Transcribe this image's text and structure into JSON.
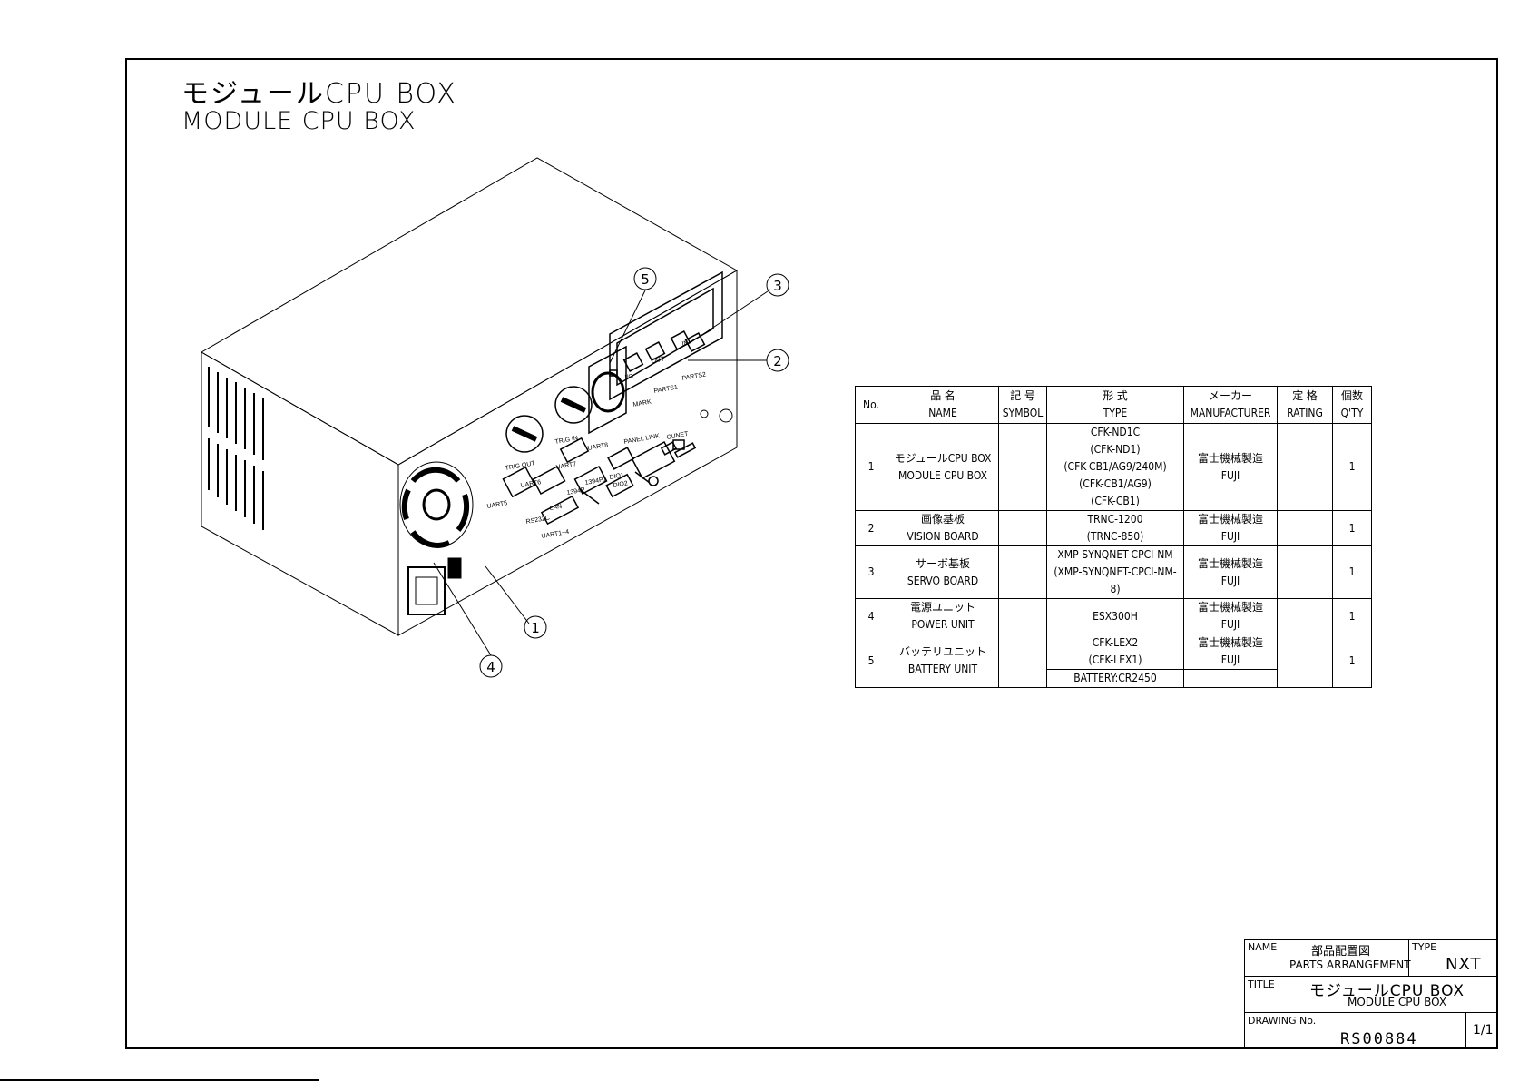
{
  "header": {
    "title_jp": "モジュールCPU BOX",
    "title_en": "MODULE CPU BOX"
  },
  "callouts": [
    "1",
    "2",
    "3",
    "4",
    "5"
  ],
  "panel_labels": {
    "trig_out": "TRIG OUT",
    "trig_in": "TRIG IN",
    "uart5": "UART5",
    "uart6": "UART6",
    "uart7": "UART7",
    "uart8": "UART8",
    "rs232c": "RS232C",
    "lan": "LAN",
    "uart1_4": "UART1~4",
    "p1394p": "1394P",
    "p1394p1": "1394P1",
    "panel_link": "PANEL LINK",
    "dio1": "DIO1",
    "dio2": "DIO2",
    "cunet": "CUNET",
    "io": "I/O",
    "mark": "MARK",
    "parts1": "PARTS1",
    "parts2": "PARTS2",
    "out": "OUT",
    "in": "IN"
  },
  "parts_table": {
    "headers": [
      {
        "jp": "",
        "en": "No."
      },
      {
        "jp": "品 名",
        "en": "NAME"
      },
      {
        "jp": "記 号",
        "en": "SYMBOL"
      },
      {
        "jp": "形 式",
        "en": "TYPE"
      },
      {
        "jp": "メーカー",
        "en": "MANUFACTURER"
      },
      {
        "jp": "定 格",
        "en": "RATING"
      },
      {
        "jp": "個数",
        "en": "Q'TY"
      }
    ],
    "rows": [
      {
        "no": "1",
        "name_jp": "モジュールCPU BOX",
        "name_en": "MODULE CPU BOX",
        "types": [
          "CFK-ND1C",
          "(CFK-ND1)",
          "(CFK-CB1/AG9/240M)",
          "(CFK-CB1/AG9)",
          "(CFK-CB1)"
        ],
        "maker_jp": "富士機械製造",
        "maker_en": "FUJI",
        "qty": "1"
      },
      {
        "no": "2",
        "name_jp": "画像基板",
        "name_en": "VISION BOARD",
        "types": [
          "TRNC-1200",
          "(TRNC-850)"
        ],
        "maker_jp": "富士機械製造",
        "maker_en": "FUJI",
        "qty": "1"
      },
      {
        "no": "3",
        "name_jp": "サーボ基板",
        "name_en": "SERVO BOARD",
        "types": [
          "XMP-SYNQNET-CPCI-NM",
          "(XMP-SYNQNET-CPCI-NM-8)"
        ],
        "maker_jp": "富士機械製造",
        "maker_en": "FUJI",
        "qty": "1"
      },
      {
        "no": "4",
        "name_jp": "電源ユニット",
        "name_en": "POWER UNIT",
        "types": [
          "ESX300H"
        ],
        "maker_jp": "富士機械製造",
        "maker_en": "FUJI",
        "qty": "1"
      },
      {
        "no": "5",
        "name_jp": "バッテリユニット",
        "name_en": "BATTERY UNIT",
        "types": [
          "CFK-LEX2",
          "(CFK-LEX1)"
        ],
        "type_extra": "BATTERY:CR2450",
        "maker_jp": "富士機械製造",
        "maker_en": "FUJI",
        "qty": "1"
      }
    ]
  },
  "title_block": {
    "name_label": "NAME",
    "name_jp": "部品配置図",
    "name_en": "PARTS ARRANGEMENT",
    "type_label": "TYPE",
    "type_value": "NXT",
    "title_label": "TITLE",
    "title_jp": "モジュールCPU BOX",
    "title_en": "MODULE CPU BOX",
    "drawing_label": "DRAWING No.",
    "drawing_no": "RS00884",
    "sheet": "1/1"
  }
}
